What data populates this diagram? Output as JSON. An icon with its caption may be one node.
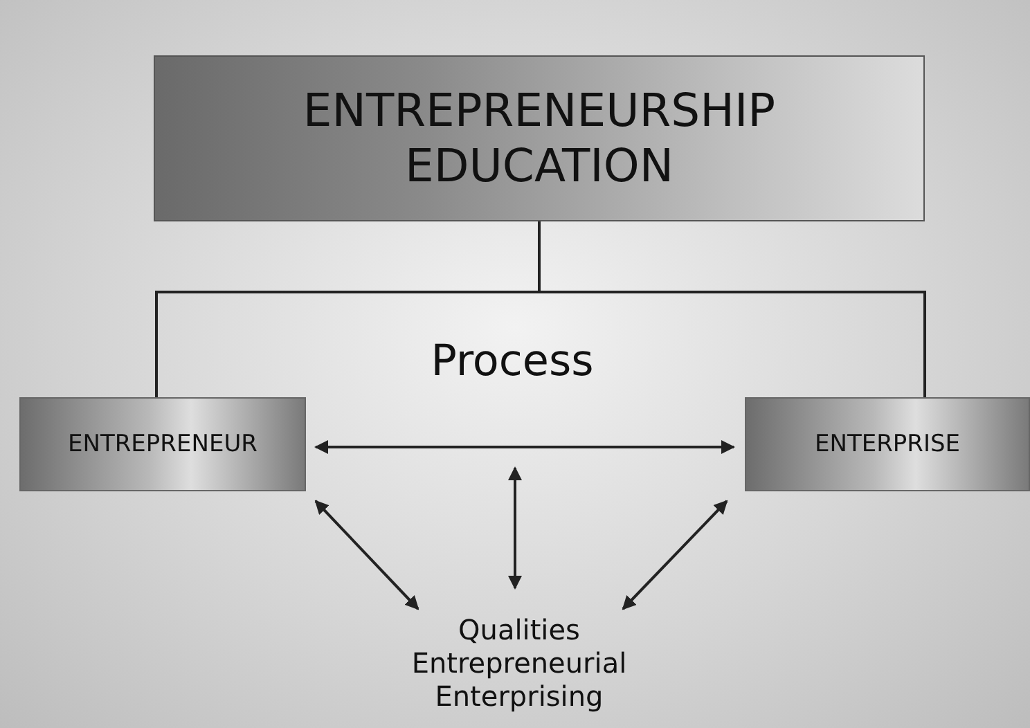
{
  "diagram": {
    "nodes": [
      {
        "text": [
          "ENTREPRENEURSHIP EDUCATION"
        ]
      },
      {
        "text": [
          "Process"
        ]
      },
      {
        "text": [
          "ENTREPRENEUR"
        ]
      },
      {
        "text": [
          "ENTERPRISE"
        ]
      },
      {
        "text": [
          "Qualities",
          "Entrepreneurial",
          "Enterprising"
        ]
      }
    ],
    "edges": [
      {
        "from": 0,
        "to": 2,
        "arrow": "none"
      },
      {
        "from": 0,
        "to": 3,
        "arrow": "none"
      },
      {
        "from": 2,
        "to": 3,
        "arrow": "both"
      },
      {
        "from": 1,
        "to": 4,
        "arrow": "both"
      },
      {
        "from": 2,
        "to": 4,
        "arrow": "both"
      },
      {
        "from": 3,
        "to": 4,
        "arrow": "both"
      }
    ]
  }
}
